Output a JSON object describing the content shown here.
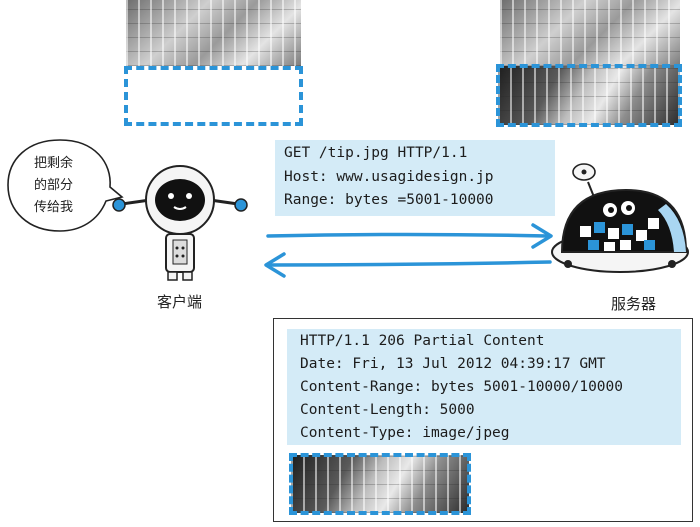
{
  "request": {
    "lines": [
      "GET /tip.jpg HTTP/1.1",
      "Host: www.usagidesign.jp",
      "Range: bytes =5001-10000"
    ]
  },
  "response": {
    "lines": [
      "HTTP/1.1 206 Partial Content",
      "Date: Fri, 13 Jul 2012 04:39:17 GMT",
      "Content-Range: bytes 5001-10000/10000",
      "Content-Length: 5000",
      "Content-Type: image/jpeg"
    ]
  },
  "client": {
    "label": "客户端",
    "speech": [
      "把剩余",
      "的部分",
      "传给我"
    ]
  },
  "server": {
    "label": "服务器"
  },
  "colors": {
    "accent": "#2b94d8",
    "code_bg": "#d4ebf7"
  }
}
